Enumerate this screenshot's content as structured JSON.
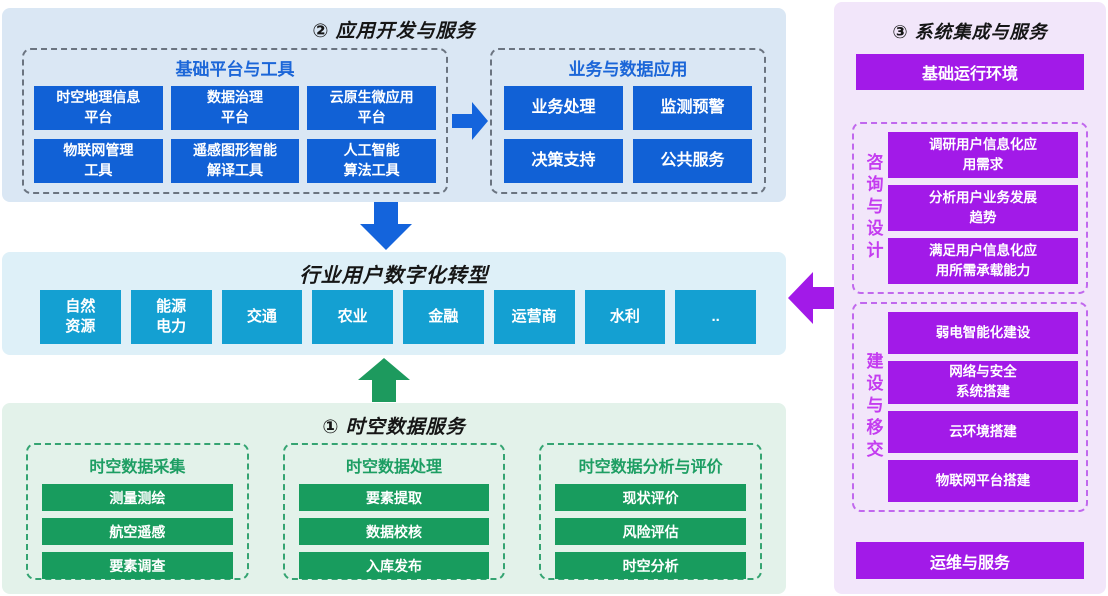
{
  "diagram": {
    "app_dev": {
      "title": "② 应用开发与服务",
      "platform_tools": {
        "title": "基础平台与工具",
        "items": [
          "时空地理信息\n平台",
          "数据治理\n平台",
          "云原生微应用\n平台",
          "物联网管理\n工具",
          "遥感图形智能\n解译工具",
          "人工智能\n算法工具"
        ]
      },
      "biz_apps": {
        "title": "业务与数据应用",
        "items": [
          "业务处理",
          "监测预警",
          "决策支持",
          "公共服务"
        ]
      }
    },
    "transformation": {
      "title": "行业用户数字化转型",
      "industries": [
        "自然\n资源",
        "能源\n电力",
        "交通",
        "农业",
        "金融",
        "运营商",
        "水利",
        ".."
      ]
    },
    "data_services": {
      "title": "① 时空数据服务",
      "columns": [
        {
          "title": "时空数据采集",
          "items": [
            "测量测绘",
            "航空遥感",
            "要素调查"
          ]
        },
        {
          "title": "时空数据处理",
          "items": [
            "要素提取",
            "数据校核",
            "入库发布"
          ]
        },
        {
          "title": "时空数据分析与评价",
          "items": [
            "现状评价",
            "风险评估",
            "时空分析"
          ]
        }
      ]
    },
    "integration": {
      "title": "③ 系统集成与服务",
      "env_box": "基础运行环境",
      "groups": [
        {
          "label": "咨询与设计",
          "items": [
            "调研用户信息化应\n用需求",
            "分析用户业务发展\n趋势",
            "满足用户信息化应\n用所需承载能力"
          ]
        },
        {
          "label": "建设与移交",
          "items": [
            "弱电智能化建设",
            "网络与安全\n系统搭建",
            "云环境搭建",
            "物联网平台搭建"
          ]
        }
      ],
      "ops_box": "运维与服务"
    }
  },
  "arrows": {
    "right": {
      "direction": "right",
      "color": "#1464dc"
    },
    "down": {
      "direction": "down",
      "color": "#1464dc"
    },
    "up": {
      "direction": "up",
      "color": "#1d9a5e"
    },
    "left": {
      "direction": "left",
      "color": "#a21ae8"
    }
  },
  "colors": {
    "blue_box": "#1161d6",
    "blue_accent": "#1b66d8",
    "teal_box": "#14a0d2",
    "green_box": "#189c5e",
    "green_accent": "#1d9e63",
    "purple_box": "#a21ae8",
    "purple_accent": "#c43cf0",
    "panel_app_dev_bg": "#dae7f4",
    "panel_transformation_bg": "#def0f8",
    "panel_data_services_bg": "#e3f2ea",
    "panel_integration_bg": "#f2e6fa"
  }
}
